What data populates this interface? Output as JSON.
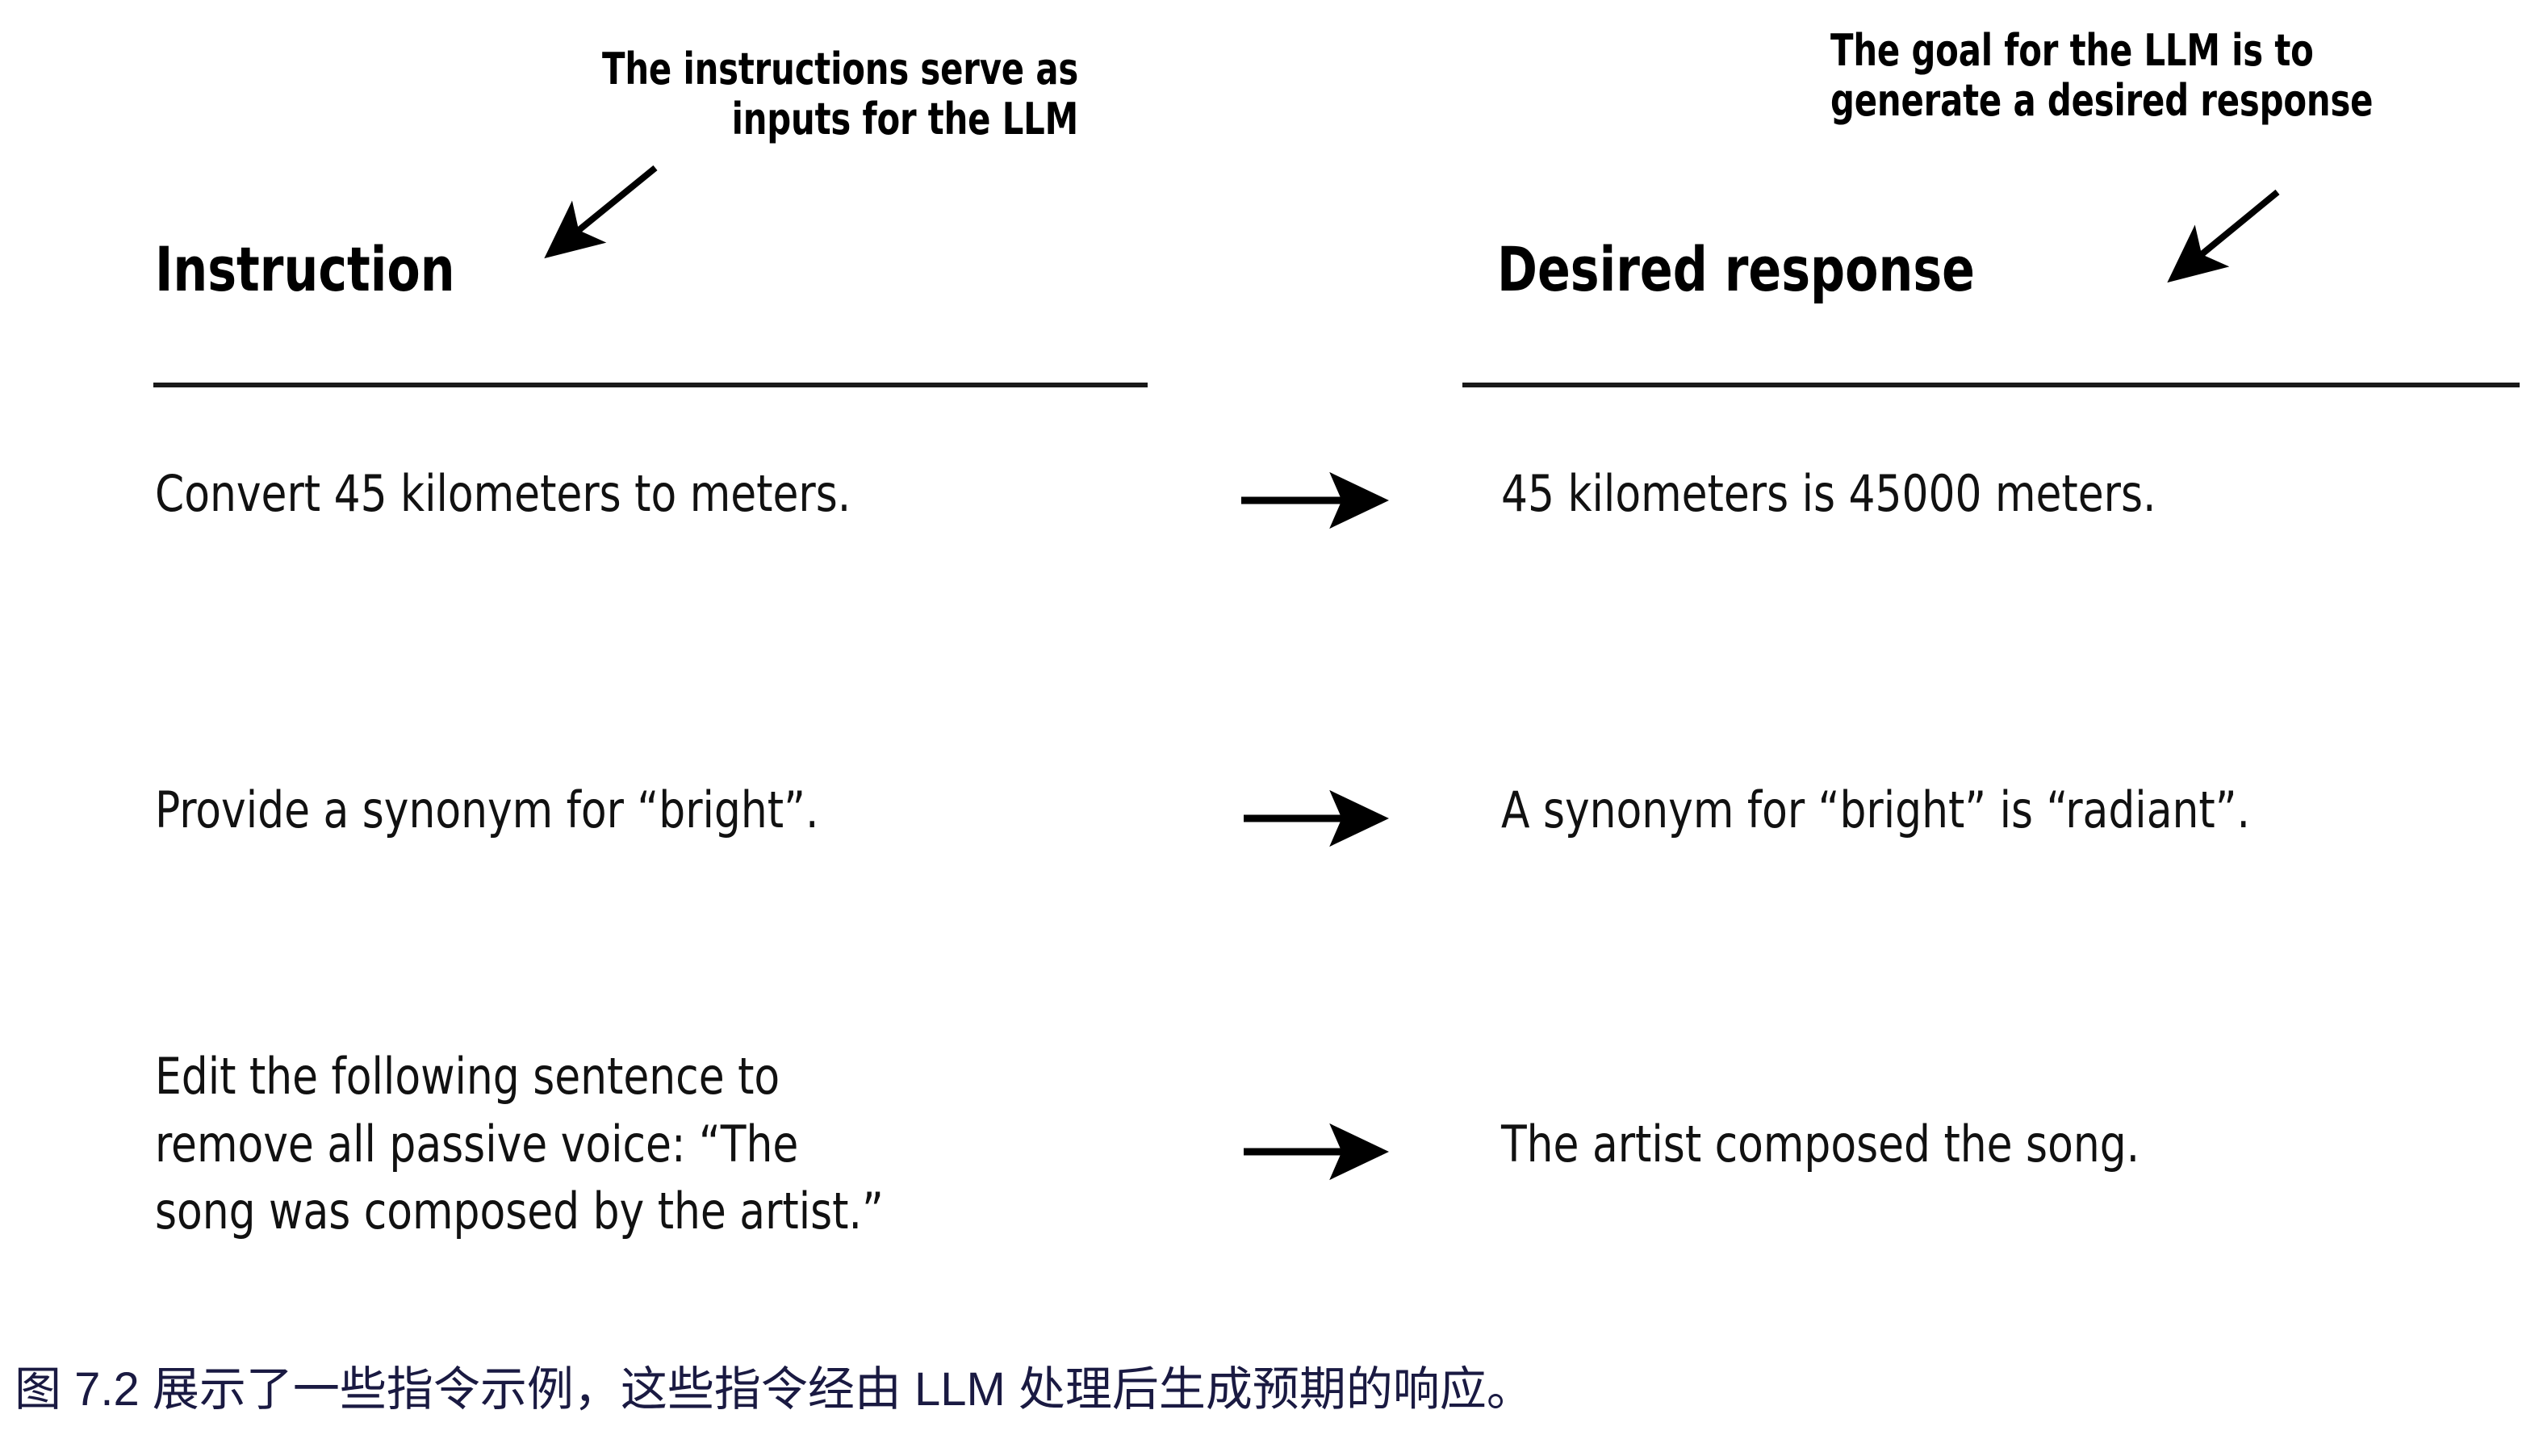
{
  "figure": {
    "annotations": {
      "left": {
        "line1": "The instructions serve as",
        "line2": "inputs for the LLM"
      },
      "right": {
        "line1": "The goal for the LLM is to",
        "line2": "generate a desired response"
      }
    },
    "columns": {
      "left_heading": "Instruction",
      "right_heading": "Desired response"
    },
    "rows": [
      {
        "instruction": "Convert 45 kilometers to meters.",
        "response": "45 kilometers is 45000 meters.",
        "connector": "arrow-right"
      },
      {
        "instruction": "Provide a synonym for “bright”.",
        "response": "A synonym for “bright” is “radiant”.",
        "connector": "arrow-right"
      },
      {
        "instruction": "Edit the following sentence to\nremove all passive voice: “The\nsong was composed by the artist.”",
        "response": "The artist composed the song.",
        "connector": "arrow-right"
      }
    ]
  },
  "caption": {
    "text": "图 7.2 展示了一些指令示例，这些指令经由 LLM 处理后生成预期的响应。"
  },
  "colors": {
    "ink": "#000000",
    "rule": "#1a1a1a",
    "caption": "#1a1a42",
    "background": "#ffffff"
  }
}
